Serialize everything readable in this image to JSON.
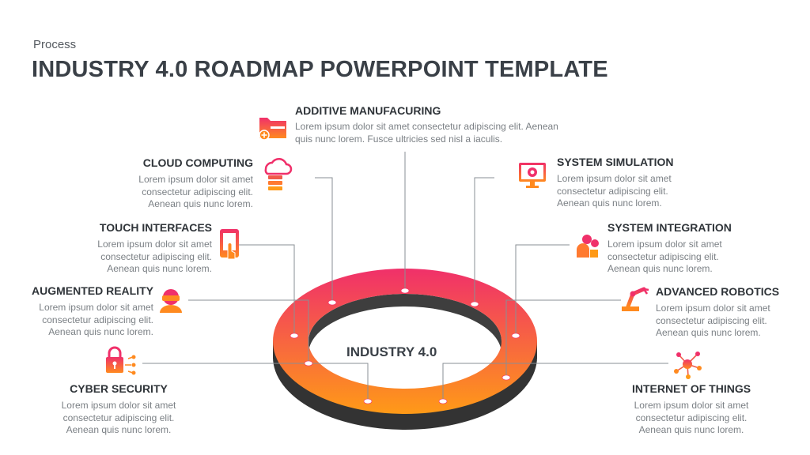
{
  "header": {
    "kicker": "Process",
    "title": "INDUSTRY 4.0 ROADMAP POWERPOINT TEMPLATE"
  },
  "center_label": "INDUSTRY 4.0",
  "items": [
    {
      "key": "additive",
      "title": "ADDITIVE MANUFACURING",
      "text": "Lorem ipsum dolor sit amet consectetur adipiscing elit. Aenean quis nunc lorem. Fusce ultricies sed nisl a iaculis.",
      "icon": "folder-plus-icon"
    },
    {
      "key": "cloud",
      "title": "CLOUD COMPUTING",
      "text": "Lorem ipsum dolor sit amet consectetur adipiscing elit. Aenean quis nunc lorem.",
      "icon": "cloud-server-icon"
    },
    {
      "key": "touch",
      "title": "TOUCH INTERFACES",
      "text": "Lorem ipsum dolor sit amet consectetur adipiscing elit. Aenean quis nunc lorem.",
      "icon": "touch-tablet-icon"
    },
    {
      "key": "ar",
      "title": "AUGMENTED REALITY",
      "text": "Lorem ipsum dolor sit amet consectetur adipiscing elit. Aenean quis nunc lorem.",
      "icon": "vr-headset-icon"
    },
    {
      "key": "cyber",
      "title": "CYBER SECURITY",
      "text": "Lorem ipsum dolor sit amet consectetur adipiscing elit. Aenean quis nunc lorem.",
      "icon": "padlock-network-icon"
    },
    {
      "key": "simulation",
      "title": "SYSTEM SIMULATION",
      "text": "Lorem ipsum dolor sit amet consectetur adipiscing elit. Aenean quis nunc lorem.",
      "icon": "monitor-gear-icon"
    },
    {
      "key": "integration",
      "title": "SYSTEM INTEGRATION",
      "text": "Lorem ipsum dolor sit amet consectetur adipiscing elit. Aenean quis nunc lorem.",
      "icon": "worker-gear-icon"
    },
    {
      "key": "robotics",
      "title": "ADVANCED ROBOTICS",
      "text": "Lorem ipsum dolor sit amet consectetur adipiscing elit. Aenean quis nunc lorem.",
      "icon": "robot-arm-icon"
    },
    {
      "key": "iot",
      "title": "INTERNET OF THINGS",
      "text": "Lorem ipsum dolor sit amet consectetur adipiscing elit. Aenean quis nunc lorem.",
      "icon": "network-nodes-icon"
    }
  ],
  "colors": {
    "gradient_top": "#f0306a",
    "gradient_bottom": "#ff9a17",
    "ring_side": "#3c3c3c",
    "connector": "#8a8f94",
    "text_dark": "#2f3439",
    "text_body": "#7b8085"
  }
}
